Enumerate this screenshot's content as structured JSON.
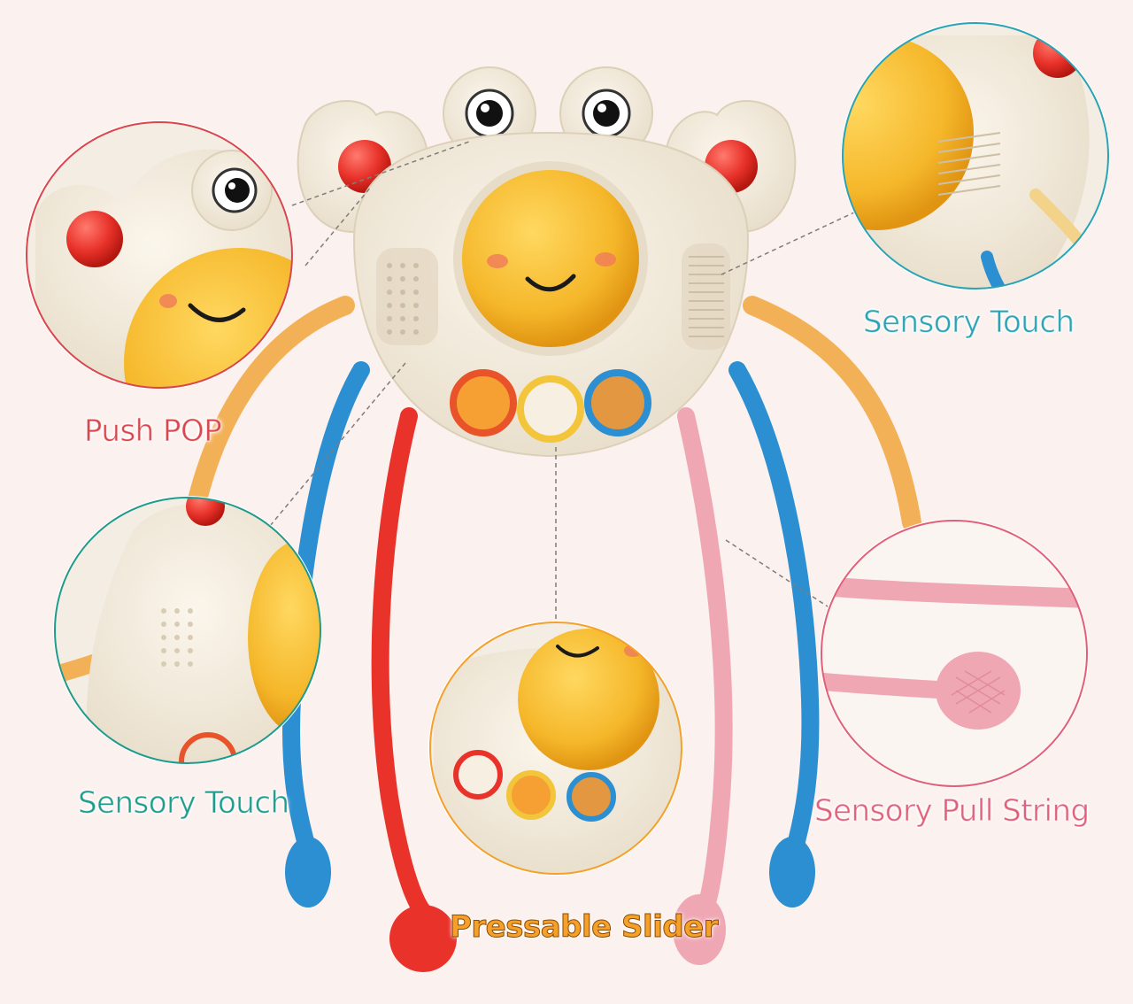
{
  "labels": {
    "push_pop": "Push POP",
    "sensory_touch_right": "Sensory Touch",
    "sensory_touch_left": "Sensory Touch",
    "sensory_pull_string": "Sensory Pull String",
    "pressable_slider": "Pressable Slider"
  },
  "colors": {
    "background": "#fbf1ee",
    "body_cream": "#efe6d6",
    "face_yellow": "#f5b72a",
    "red": "#e8322a",
    "blue": "#2b8fd1",
    "orange": "#f3b157",
    "pink": "#f0a7b4",
    "label_red": "#d9464e",
    "label_teal": "#2aa3b5",
    "label_green": "#1f9b8c",
    "label_pink": "#e0607a",
    "label_orange": "#f4a02a"
  }
}
